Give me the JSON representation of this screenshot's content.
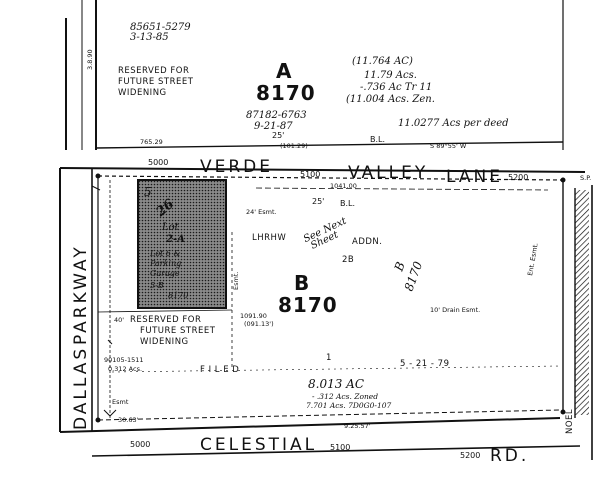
{
  "streets": {
    "verde_valley": {
      "w1": "VERDE",
      "w2": "VALLEY",
      "w3": "LANE",
      "block_left": "5000",
      "block_mid": "5100",
      "block_right": "5200"
    },
    "celestial": {
      "w1": "CELESTIAL",
      "w2": "RD.",
      "block_left": "5000",
      "block_mid": "5100",
      "block_right": "5200"
    },
    "dallas_parkway": {
      "w1": "DALLAS",
      "w2": "PARKWAY"
    },
    "noel": {
      "name": "NOEL"
    }
  },
  "lot_a": {
    "letter": "A",
    "block": "8170",
    "recording_top": "85651-5279",
    "recording_top_date": "3-13-85",
    "reserved_line1": "RESERVED FOR",
    "reserved_line2": "FUTURE STREET",
    "reserved_line3": "WIDENING",
    "area_1": "(11.764 AC)",
    "area_2": "11.79 Acs.",
    "area_3": "-.736 Ac Tr 11",
    "area_4": "(11.004 Acs. Zen.",
    "recording": "87182-6763",
    "recording_date": "9-21-87",
    "per_deed": "11.0277 Acs per deed",
    "setback": "25'",
    "bl": "B.L.",
    "dim_bottom": "765.29",
    "dim_mid": "(101.29)",
    "bearing": "S 89°55' W",
    "side_dim": "3.8.90"
  },
  "lot_b": {
    "letter": "B",
    "block": "8170",
    "lhrhw": "LHRHW",
    "see_next_sheet_1": "See Next",
    "see_next_sheet_2": "Sheet",
    "addn": "ADDN.",
    "lot_2b": "2B",
    "rot_letter": "B",
    "rot_block": "8170",
    "setback": "25'",
    "bl": "B.L.",
    "top_dim": "1041.00",
    "filed_text": "F I L E D",
    "filed_num": "1",
    "filed_date": "5 - 21 - 79",
    "area_1": "8.013 AC",
    "area_2": "- .312 Acs. Zoned",
    "area_3": "7.701 Acs. 7D0G0-107",
    "bottom_dim": "9.25.57'",
    "drain_esmt": "10' Drain Esmt.",
    "left_dim": "1091.90",
    "left_dim2": "(091.13')",
    "right_esmt": "Ent. Esmt.",
    "reserved_line1": "RESERVED FOR",
    "reserved_line2": "FUTURE STREET",
    "reserved_line3": "WIDENING",
    "reserved_mark": "40'",
    "recording_small": "90105-1511",
    "zoned_note": "0.312 Acs.",
    "esmt_note": "Esmt",
    "left_side_dim": "30.63'",
    "dim_vertical": "Esmt.",
    "esmt_small": "24' Esmt.",
    "sp": "S.P."
  },
  "lot_2a": {
    "num": "5",
    "label_lot": "Lot",
    "label_2a": "2-A",
    "line_a": "Lot 6 &",
    "line_b": "Parking",
    "line_c": "Garage",
    "line_d": "5-B",
    "line_e": "8170",
    "lot_26": "26"
  },
  "colors": {
    "ink": "#111111",
    "paper": "#ffffff",
    "hatch": "#555555"
  }
}
